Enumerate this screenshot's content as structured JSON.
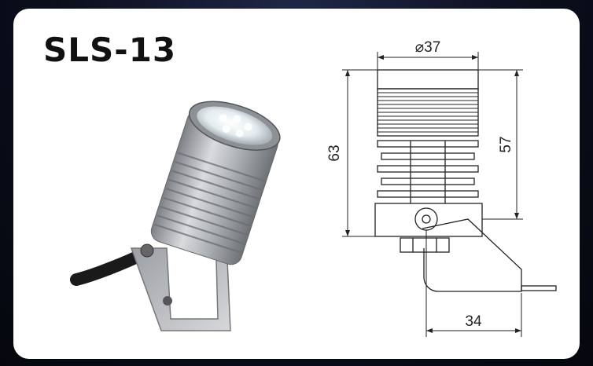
{
  "product": {
    "model": "SLS-13"
  },
  "drawing": {
    "diameter_label": "⌀37",
    "height_total_label": "63",
    "height_body_label": "57",
    "width_label": "34"
  },
  "colors": {
    "background": "#0b0f1e",
    "card": "#ffffff",
    "ink": "#222222",
    "aluminum": "#b5b8bd"
  }
}
